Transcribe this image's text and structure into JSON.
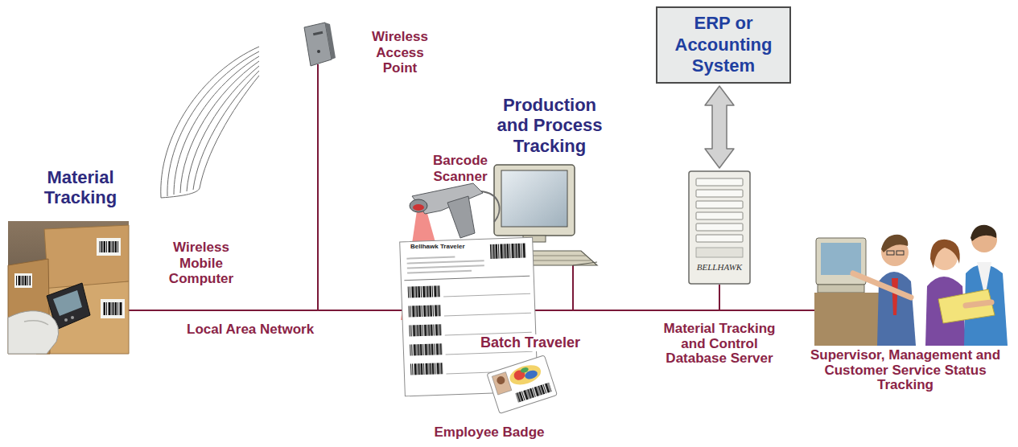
{
  "diagram": {
    "nodes": [
      {
        "text": [
          "ERP or Accounting System"
        ]
      },
      {
        "text": [
          "BELLHAWK",
          "Material Tracking and Control Database Server"
        ]
      }
    ],
    "edges": [
      {
        "from": 0,
        "to": 1,
        "arrow": "both"
      }
    ],
    "labels": [
      "Material Tracking",
      "Wireless Access Point",
      "Wireless Mobile Computer",
      "Local Area Network",
      "Production and Process Tracking",
      "Barcode Scanner",
      "Bellhawk Traveler",
      "Batch Traveler",
      "Employee Badge",
      "Supervisor, Management and Customer Service Status Tracking"
    ]
  }
}
